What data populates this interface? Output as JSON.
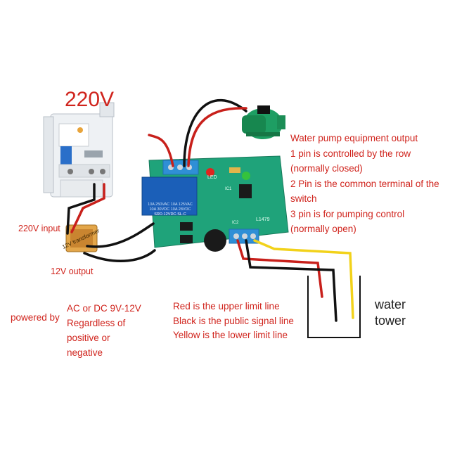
{
  "voltage_label": "220V",
  "pump_output": {
    "lines": [
      "Water pump equipment output",
      "1 pin is controlled by the row",
      "(normally closed)",
      "2 Pin is the common terminal of the",
      "switch",
      "3 pin is for pumping control",
      "(normally open)"
    ]
  },
  "transformer": {
    "input_label": "220V input",
    "output_label": "12V output",
    "body_label": "12V transformer"
  },
  "power": {
    "prefix": "powered by",
    "lines": [
      "AC or DC 9V-12V",
      "Regardless of",
      "positive or",
      "negative"
    ]
  },
  "limit_lines": {
    "lines": [
      "Red is the upper limit line",
      "Black is the public signal line",
      "Yellow is the lower limit line"
    ]
  },
  "tower": {
    "line1": "water",
    "line2": "tower"
  },
  "board": {
    "relay_line1": "10A 250VAC 10A 125VAC",
    "relay_line2": "10A 30VDC 10A 28VDC",
    "relay_line3": "SRD-12VDC-SL-C",
    "led_label": "LED",
    "ic_label": "IC1",
    "chip_label": "IC2",
    "model_label": "L1479"
  },
  "colors": {
    "red_wire": "#c8201b",
    "black_wire": "#111111",
    "yellow_wire": "#f2d21a",
    "board": "#1fa37a",
    "relay": "#1b5fb8",
    "terminal": "#2f8fd6",
    "label_red": "#d0241d"
  }
}
